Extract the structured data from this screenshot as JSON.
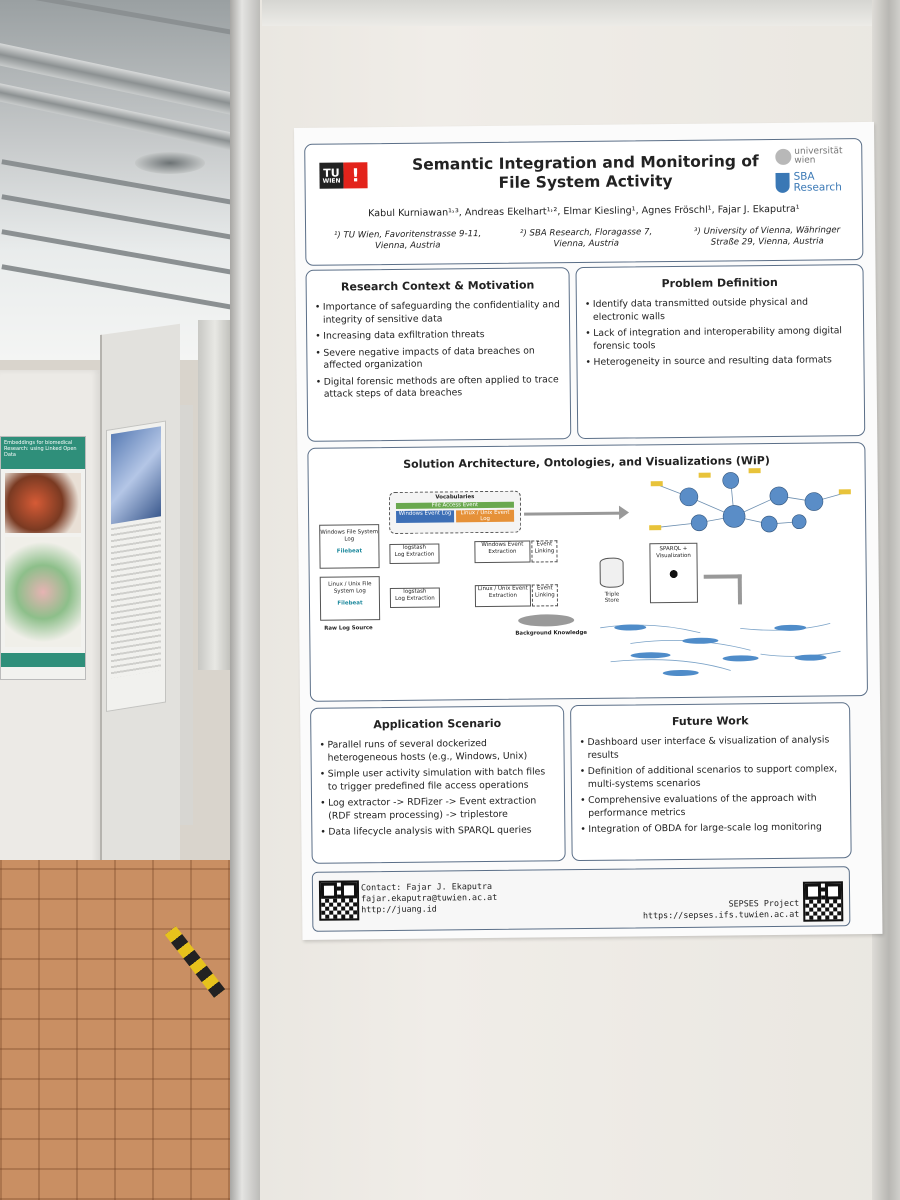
{
  "poster": {
    "logo_left": {
      "line1": "TU",
      "line2": "WIEN",
      "mark": "!"
    },
    "logo_right": {
      "university": "universität wien",
      "sba": "SBA",
      "sba_sub": "Research"
    },
    "title_line1": "Semantic Integration and Monitoring of",
    "title_line2": "File System Activity",
    "authors": "Kabul Kurniawan¹˒³, Andreas Ekelhart¹˒², Elmar Kiesling¹, Agnes Fröschl¹, Fajar J. Ekaputra¹",
    "affiliations": [
      {
        "line1": "¹) TU Wien, Favoritenstrasse 9-11,",
        "line2": "Vienna, Austria"
      },
      {
        "line1": "²) SBA Research, Floragasse 7,",
        "line2": "Vienna, Austria"
      },
      {
        "line1": "³) University of Vienna, Währinger",
        "line2": "Straße 29, Vienna, Austria"
      }
    ],
    "research_context": {
      "title": "Research Context & Motivation",
      "items": [
        "Importance of safeguarding the confidentiality and integrity of sensitive data",
        "Increasing data exfiltration threats",
        "Severe negative impacts of data breaches on affected organization",
        "Digital forensic methods are often applied to trace attack steps of data breaches"
      ]
    },
    "problem_definition": {
      "title": "Problem Definition",
      "items": [
        "Identify data transmitted outside physical and electronic walls",
        "Lack of integration and interoperability among digital forensic tools",
        "Heterogeneity in source and resulting data formats"
      ]
    },
    "solution": {
      "title": "Solution Architecture, Ontologies, and Visualizations (WiP)",
      "vocabularies": "Vocabularies",
      "file_access_event": "File Access Event",
      "windows_event_log": "Windows Event Log",
      "linux_event_log": "Linux / Unix Event Log",
      "windows_fs_log": "Windows File System Log",
      "linux_fs_log": "Linux / Unix File System Log",
      "filebeat": "Filebeat",
      "logstash": "logstash",
      "log_extraction": "Log Extraction",
      "windows_event_extraction": "Windows Event Extraction",
      "linux_event_extraction": "Linux / Unix Event Extraction",
      "event_linking": "Event Linking",
      "sparql_vis": "SPARQL + Visualization",
      "triple_store": "Triple Store",
      "raw_log_source": "Raw Log Source",
      "background_knowledge": "Background Knowledge"
    },
    "application": {
      "title": "Application Scenario",
      "items": [
        "Parallel runs of several dockerized heterogeneous hosts (e.g., Windows, Unix)",
        "Simple user activity simulation with batch files to trigger predefined file access operations",
        "Log extractor -> RDFizer -> Event extraction (RDF stream processing) -> triplestore",
        "Data lifecycle analysis with SPARQL queries"
      ]
    },
    "future_work": {
      "title": "Future Work",
      "items": [
        "Dashboard user interface & visualization of analysis results",
        "Definition of additional scenarios to support complex, multi-systems scenarios",
        "Comprehensive evaluations of the approach with performance metrics",
        "Integration of OBDA for large-scale log monitoring"
      ]
    },
    "contact": {
      "label": "Contact: Fajar J. Ekaputra",
      "email": "fajar.ekaputra@tuwien.ac.at",
      "url": "http://juang.id"
    },
    "project": {
      "label": "SEPSES Project",
      "url": "https://sepses.ifs.tuwien.ac.at"
    }
  },
  "background": {
    "left_poster_title": "Embeddings for biomedical Research: using Linked Open Data"
  }
}
